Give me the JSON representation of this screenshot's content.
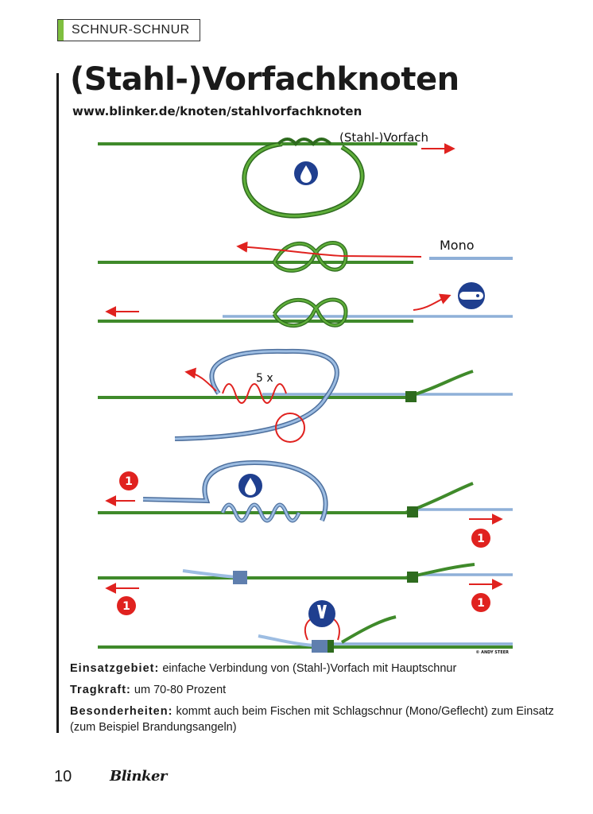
{
  "header": {
    "section": "SCHNUR-SCHNUR"
  },
  "title": "(Stahl-)Vorfachknoten",
  "url": "www.blinker.de/knoten/stahlvorfachknoten",
  "diagram": {
    "label_wire": "(Stahl-)Vorfach",
    "label_mono": "Mono",
    "label_turns": "5 x",
    "step_number": "1",
    "credit": "© ANDY STEER",
    "colors": {
      "wire": "#3f8a2a",
      "mono": "#8fb0d8",
      "arrow": "#e0221f",
      "badge": "#1f3f8f"
    }
  },
  "info": {
    "use_label": "Einsatzgebiet:",
    "use_text": "einfache Verbindung von (Stahl-)Vorfach mit Hauptschnur",
    "strength_label": "Tragkraft:",
    "strength_text": "um 70-80 Prozent",
    "special_label": "Besonderheiten:",
    "special_text": "kommt auch beim Fischen mit Schlagschnur (Mono/Geflecht) zum Einsatz (zum Beispiel Brandungsangeln)"
  },
  "footer": {
    "page_number": "10",
    "brand": "Blinker"
  }
}
